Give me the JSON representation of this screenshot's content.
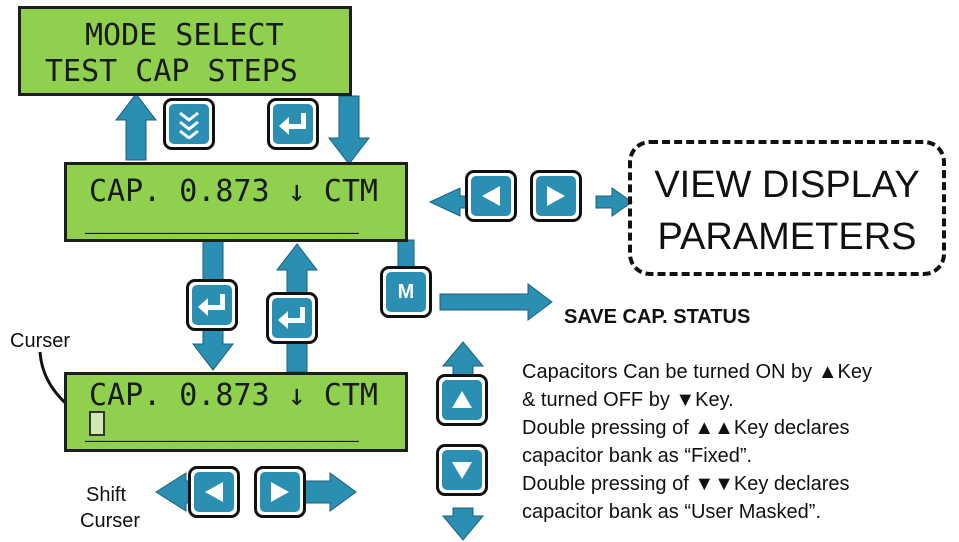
{
  "lcd_mode": {
    "line1": "MODE SELECT",
    "line2": "TEST CAP STEPS"
  },
  "lcd_cap": {
    "line1": "CAP. 0.873 ↓ CTM",
    "line2": "________________"
  },
  "lcd_cap_edit": {
    "line1": "CAP. 0.873 ↓ CTM",
    "line2": "________________"
  },
  "view_display": {
    "line1": "VIEW DISPLAY",
    "line2": "PARAMETERS"
  },
  "save_label": "SAVE CAP. STATUS",
  "curser_label": "Curser",
  "shift_label": {
    "line1": "Shift",
    "line2": "Curser"
  },
  "m_key_label": "M",
  "description": [
    "Capacitors Can be turned ON by ▲Key",
    "& turned OFF by ▼Key.",
    "Double pressing of ▲▲Key declares",
    "capacitor bank as “Fixed”.",
    "Double pressing of ▼▼Key declares",
    "capacitor bank as “User Masked”."
  ],
  "colors": {
    "lcd_green": "#8fd14f",
    "key_blue": "#2a8fb3",
    "arrow_blue": "#2a8fb3"
  },
  "icons": [
    "double-down-icon",
    "enter-icon",
    "left-arrow-icon",
    "right-arrow-icon",
    "up-arrow-icon",
    "down-arrow-icon"
  ]
}
